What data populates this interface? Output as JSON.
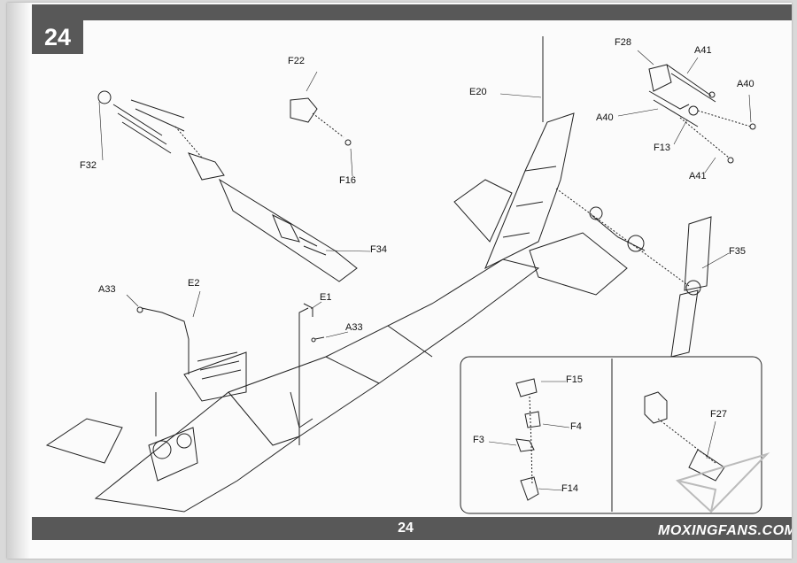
{
  "step": {
    "number": "24"
  },
  "footer": {
    "page_number": "24",
    "watermark": "MOXINGFANS.COM"
  },
  "callouts": {
    "f22": "F22",
    "f16": "F16",
    "f32": "F32",
    "f34": "F34",
    "e20": "E20",
    "f28": "F28",
    "a41_top": "A41",
    "a40_right": "A40",
    "a40_left": "A40",
    "f13": "F13",
    "a41_bottom": "A41",
    "f35": "F35",
    "a33_left": "A33",
    "e2": "E2",
    "e1": "E1",
    "a33_mid": "A33"
  },
  "inset": {
    "f15": "F15",
    "f4": "F4",
    "f3": "F3",
    "f14": "F14",
    "f27": "F27"
  }
}
